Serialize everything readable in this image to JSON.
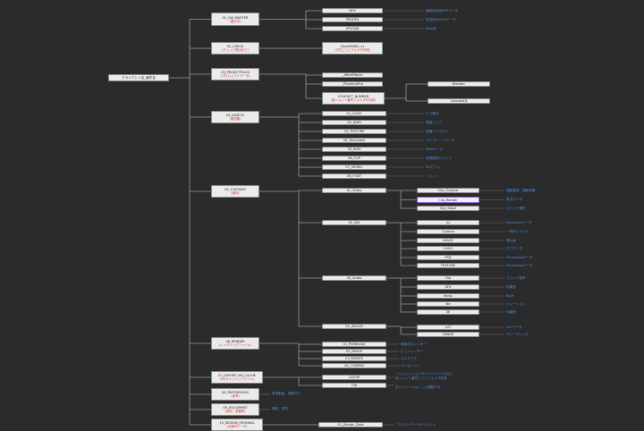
{
  "nodes": [
    {
      "id": "root",
      "label": "クライアント名_案件名",
      "sub": ""
    },
    {
      "id": "n01",
      "label": "01_CW_MASTER",
      "sub": "(進行中)"
    },
    {
      "id": "n01a",
      "label": "MP4",
      "sub": ""
    },
    {
      "id": "n01b",
      "label": "PRORES",
      "sub": ""
    },
    {
      "id": "n01c",
      "label": "UPLOAD",
      "sub": ""
    },
    {
      "id": "n02",
      "label": "02_CHECK",
      "sub": "(チェック提出など)"
    },
    {
      "id": "n02a",
      "label": "20xxMMDD_v1",
      "sub": "(日付ごとにフォルダ作成)"
    },
    {
      "id": "n03",
      "label": "03_PROJECTFILES",
      "sub": "(プロジェクトデータ)"
    },
    {
      "id": "n03a",
      "label": "_AfterEffects",
      "sub": ""
    },
    {
      "id": "n03b",
      "label": "_PremierePro",
      "sub": ""
    },
    {
      "id": "n03c",
      "label": "CONTACT_NUMBER",
      "sub": "(各ショット番号フォルダを作成)"
    },
    {
      "id": "n03c1",
      "label": "Blender",
      "sub": ""
    },
    {
      "id": "n03c2",
      "label": "Cinema4D",
      "sub": ""
    },
    {
      "id": "n04",
      "label": "04_ASSETS",
      "sub": "(素材類)"
    },
    {
      "id": "n04a",
      "label": "01_LOGO",
      "sub": ""
    },
    {
      "id": "n04b",
      "label": "02_HDRI",
      "sub": ""
    },
    {
      "id": "n04c",
      "label": "03_TEXTURE",
      "sub": ""
    },
    {
      "id": "n04d",
      "label": "04_Templates",
      "sub": ""
    },
    {
      "id": "n04e",
      "label": "05_BGM",
      "sub": ""
    },
    {
      "id": "n04f",
      "label": "06_CLIP",
      "sub": ""
    },
    {
      "id": "n04g",
      "label": "07_MODEL",
      "sub": ""
    },
    {
      "id": "n04h",
      "label": "08_FONT",
      "sub": ""
    },
    {
      "id": "n05",
      "label": "05_FOOTAGE",
      "sub": "(素材)"
    },
    {
      "id": "n05a",
      "label": "01_Video",
      "sub": ""
    },
    {
      "id": "n05a1",
      "label": "Clip_Original",
      "sub": ""
    },
    {
      "id": "n05a2",
      "label": "Clip_Render",
      "sub": ""
    },
    {
      "id": "n05a3",
      "label": "Clip_Stock",
      "sub": ""
    },
    {
      "id": "n05b",
      "label": "02_Still",
      "sub": ""
    },
    {
      "id": "n05b1",
      "label": "AI",
      "sub": ""
    },
    {
      "id": "n05b2",
      "label": "Cinema",
      "sub": ""
    },
    {
      "id": "n05b3",
      "label": "IMAGE",
      "sub": ""
    },
    {
      "id": "n05b4",
      "label": "LOGO",
      "sub": ""
    },
    {
      "id": "n05b5",
      "label": "PSD",
      "sub": ""
    },
    {
      "id": "n05b6",
      "label": "TEXTURE",
      "sub": ""
    },
    {
      "id": "n05c",
      "label": "03_Audio",
      "sub": ""
    },
    {
      "id": "n05c1",
      "label": "Clip",
      "sub": ""
    },
    {
      "id": "n05c2",
      "label": "SFX",
      "sub": ""
    },
    {
      "id": "n05c3",
      "label": "Music",
      "sub": ""
    },
    {
      "id": "n05c4",
      "label": "Na",
      "sub": ""
    },
    {
      "id": "n05c5",
      "label": "SE",
      "sub": ""
    },
    {
      "id": "n05d",
      "label": "04_3DCAM",
      "sub": ""
    },
    {
      "id": "n05d1",
      "label": "LUT",
      "sub": ""
    },
    {
      "id": "n05d2",
      "label": "GRADE",
      "sub": ""
    },
    {
      "id": "n06",
      "label": "06_RENDER",
      "sub": "(レンダリングファイル)"
    },
    {
      "id": "n06a",
      "label": "01_PreRender",
      "sub": ""
    },
    {
      "id": "n06b",
      "label": "02_IMAGE",
      "sub": ""
    },
    {
      "id": "n06c",
      "label": "03_PASSES",
      "sub": ""
    },
    {
      "id": "n06d",
      "label": "04_COMPED",
      "sub": ""
    },
    {
      "id": "n07",
      "label": "07_EXPORT_MS_CACHE",
      "sub": "(MSキャッシュファイル)"
    },
    {
      "id": "n07a",
      "label": "CACHE",
      "sub": ""
    },
    {
      "id": "n07b",
      "label": "Old",
      "sub": ""
    },
    {
      "id": "n08",
      "label": "08_REFERENCES",
      "sub": "(参考)"
    },
    {
      "id": "n09",
      "label": "09_DOCUMENT",
      "sub": "(資料、書類等)"
    },
    {
      "id": "n10",
      "label": "10_DESIGN_ORIGINAL",
      "sub": "(元素材データ)"
    },
    {
      "id": "n10a",
      "label": "01_Design_Data",
      "sub": ""
    }
  ],
  "notes": [
    {
      "id": "t01a",
      "text": "通常納品用MP4データ"
    },
    {
      "id": "t01b",
      "text": "放送用ProResデータ"
    },
    {
      "id": "t01c",
      "text": "Web用"
    },
    {
      "id": "t04a",
      "text": "ロゴ素材"
    },
    {
      "id": "t04b",
      "text": "環境マップ"
    },
    {
      "id": "t04c",
      "text": "各種テクスチャ"
    },
    {
      "id": "t04d",
      "text": "テンプレートデータ"
    },
    {
      "id": "t04e",
      "text": "BGMデータ"
    },
    {
      "id": "t04f",
      "text": "映像素材クリップ"
    },
    {
      "id": "t04g",
      "text": "3Dモデル"
    },
    {
      "id": "t04h",
      "text": "フォント"
    },
    {
      "id": "t05a1",
      "text": "撮影素材、撮影画像"
    },
    {
      "id": "t05a2",
      "text": "書出データ"
    },
    {
      "id": "t05a3",
      "text": "ストック素材"
    },
    {
      "id": "t05b1",
      "text": "Illustratorデータ"
    },
    {
      "id": "t05b2",
      "text": "一時的ファイル"
    },
    {
      "id": "t05b3",
      "text": "静止画"
    },
    {
      "id": "t05b4",
      "text": "ロゴデータ"
    },
    {
      "id": "t05b5",
      "text": "Photoshopデータ"
    },
    {
      "id": "t05b6",
      "text": "Photoshopデータ"
    },
    {
      "id": "t05c1",
      "text": "クリップ音声"
    },
    {
      "id": "t05c2",
      "text": "効果音"
    },
    {
      "id": "t05c3",
      "text": "BGM"
    },
    {
      "id": "t05c4",
      "text": "ナレーション"
    },
    {
      "id": "t05c5",
      "text": "効果音"
    },
    {
      "id": "t05d1",
      "text": "LUTデータ"
    },
    {
      "id": "t05d2",
      "text": "グレーディング"
    },
    {
      "id": "t06a",
      "text": "事前出力レンダー"
    },
    {
      "id": "t06b",
      "text": "ビューレンダー"
    },
    {
      "id": "t06c",
      "text": "マルチパス"
    },
    {
      "id": "t06d",
      "text": "コンポジット"
    },
    {
      "id": "t07a",
      "text": "シミュレーションやベイクファイルなど"
    },
    {
      "id": "t07a2",
      "text": "各ショット番号ごとにフォルダ作成"
    },
    {
      "id": "t07b",
      "text": "古いファイルはここに移動する"
    },
    {
      "id": "t08",
      "text": "参考動画、画像など"
    },
    {
      "id": "t09",
      "text": "構成、資料"
    },
    {
      "id": "t10a",
      "text": "デザインデータオリジナル"
    }
  ]
}
